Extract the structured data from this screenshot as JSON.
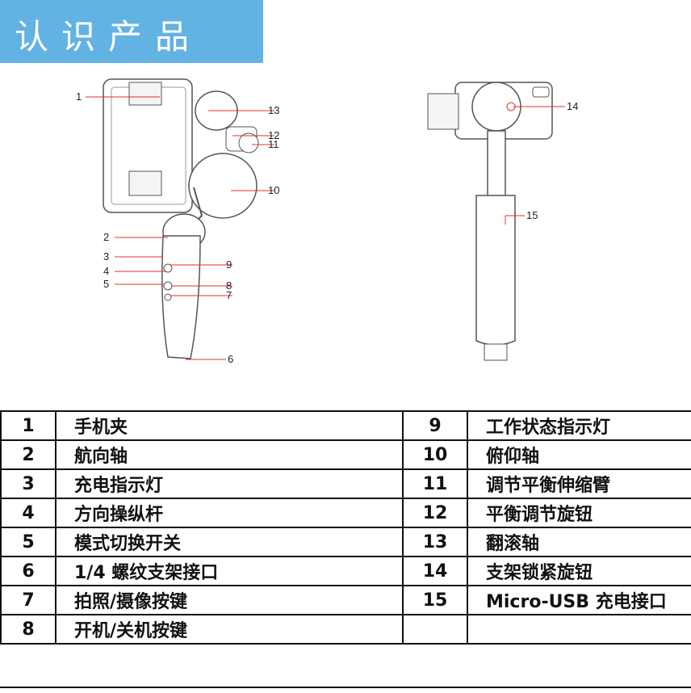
{
  "header": {
    "title": "认识产品"
  },
  "figure_left": {
    "callouts": [
      "1",
      "13",
      "12",
      "11",
      "10",
      "2",
      "3",
      "9",
      "4",
      "5",
      "8",
      "7",
      "6"
    ]
  },
  "figure_right": {
    "callouts": [
      "14",
      "15"
    ]
  },
  "parts_table": {
    "rows": [
      {
        "n1": "1",
        "l1": "手机夹",
        "n2": "9",
        "l2": "工作状态指示灯"
      },
      {
        "n1": "2",
        "l1": "航向轴",
        "n2": "10",
        "l2": "俯仰轴"
      },
      {
        "n1": "3",
        "l1": "充电指示灯",
        "n2": "11",
        "l2": "调节平衡伸缩臂"
      },
      {
        "n1": "4",
        "l1": "方向操纵杆",
        "n2": "12",
        "l2": "平衡调节旋钮"
      },
      {
        "n1": "5",
        "l1": "模式切换开关",
        "n2": "13",
        "l2": "翻滚轴"
      },
      {
        "n1": "6",
        "l1": "1/4 螺纹支架接口",
        "n2": "14",
        "l2": "支架锁紧旋钮"
      },
      {
        "n1": "7",
        "l1": "拍照/摄像按键",
        "n2": "15",
        "l2": "Micro-USB 充电接口"
      },
      {
        "n1": "8",
        "l1": "开机/关机按键",
        "n2": "",
        "l2": ""
      }
    ]
  },
  "colors": {
    "banner": "#62b2e4",
    "callout_line": "#e03030"
  }
}
